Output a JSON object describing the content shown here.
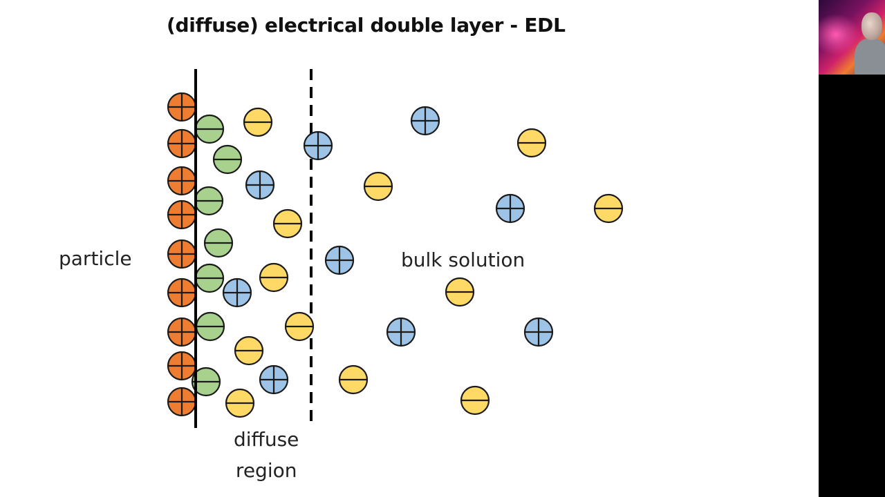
{
  "slide": {
    "title": "(diffuse) electrical double layer - EDL",
    "labels": {
      "particle": "particle",
      "bulk_solution": "bulk solution",
      "diffuse_line1": "diffuse",
      "diffuse_line2": "region"
    }
  },
  "colors": {
    "particle_cation": "#ee7d31",
    "counter_ion": "#a9d18e",
    "bulk_cation": "#9dc3e6",
    "bulk_anion": "#ffd966",
    "outline": "#1a1a1a"
  },
  "sidebar": {
    "webcam": "presenter-webcam"
  }
}
